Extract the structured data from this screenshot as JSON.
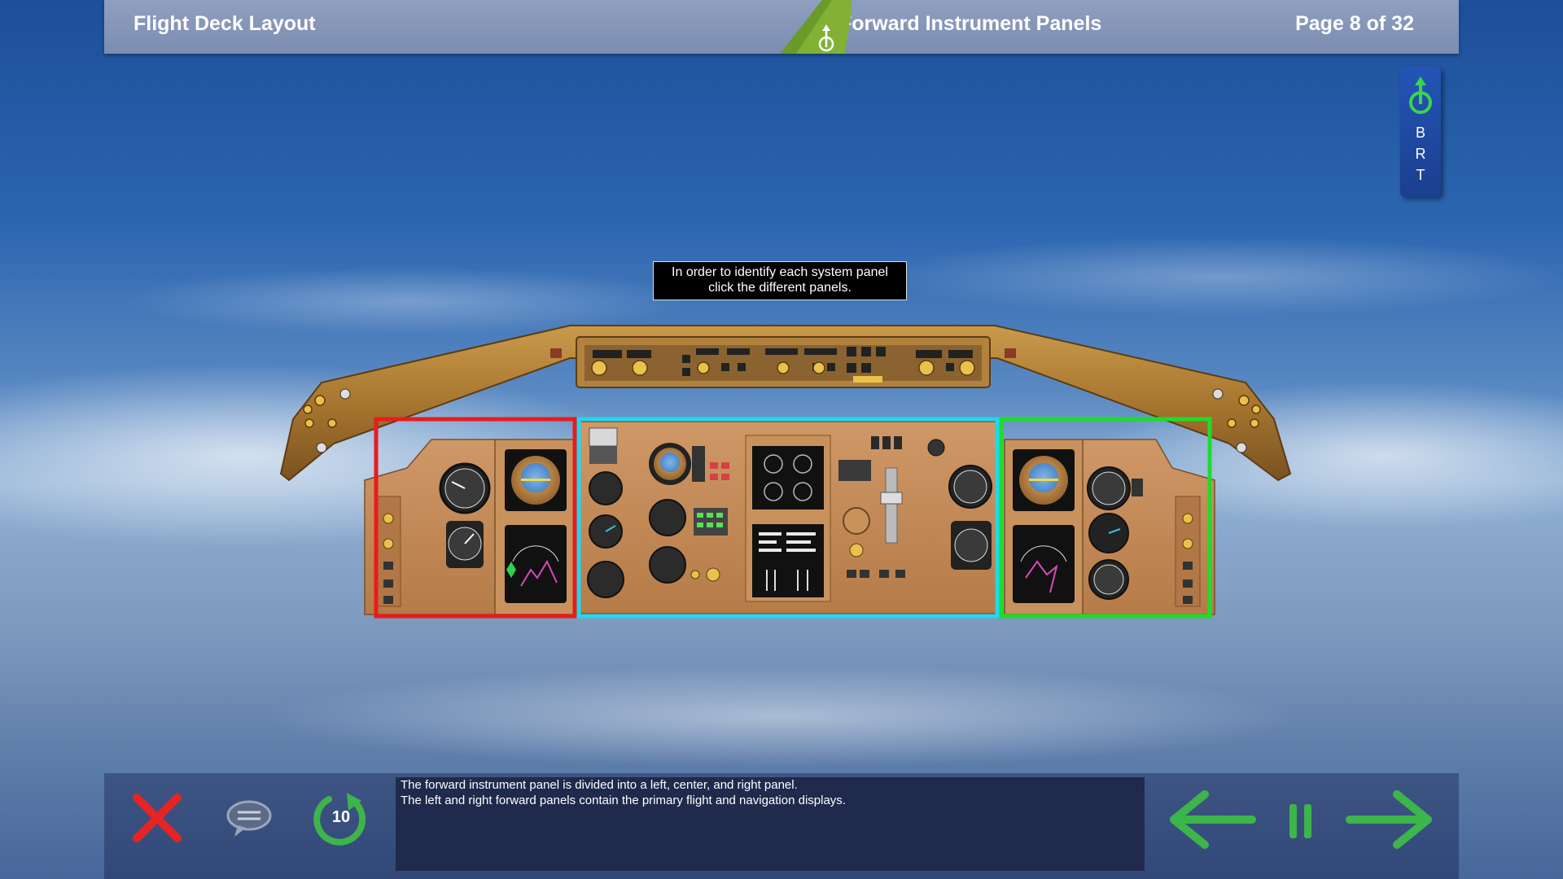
{
  "header": {
    "section_title": "Flight Deck Layout",
    "page_title": "Forward Instrument Panels",
    "page_indicator": "Page 8 of 32"
  },
  "side_tab": {
    "letters": [
      "B",
      "R",
      "T"
    ]
  },
  "instruction": {
    "line1": "In order to identify each system panel",
    "line2": "click the different panels."
  },
  "panels": {
    "left": {
      "highlight_color": "#e81c1c"
    },
    "center": {
      "highlight_color": "#21d7ef"
    },
    "right": {
      "highlight_color": "#1fdc2a"
    }
  },
  "controls": {
    "exit_icon": "close-x-icon",
    "notes_icon": "speech-bubble-icon",
    "replay_icon": "replay-icon",
    "replay_seconds": "10",
    "back_icon": "arrow-left-icon",
    "pause_icon": "pause-icon",
    "next_icon": "arrow-right-icon"
  },
  "narration": {
    "line1": "The forward instrument panel is divided into a left, center, and right panel.",
    "line2": "The left and right forward panels contain the primary flight and navigation displays."
  },
  "colors": {
    "header_bg": "#8393b6",
    "panel_tan": "#c48a55",
    "glareshield": "#a8762f",
    "icon_green": "#3cb54a",
    "exit_red": "#e52424"
  }
}
